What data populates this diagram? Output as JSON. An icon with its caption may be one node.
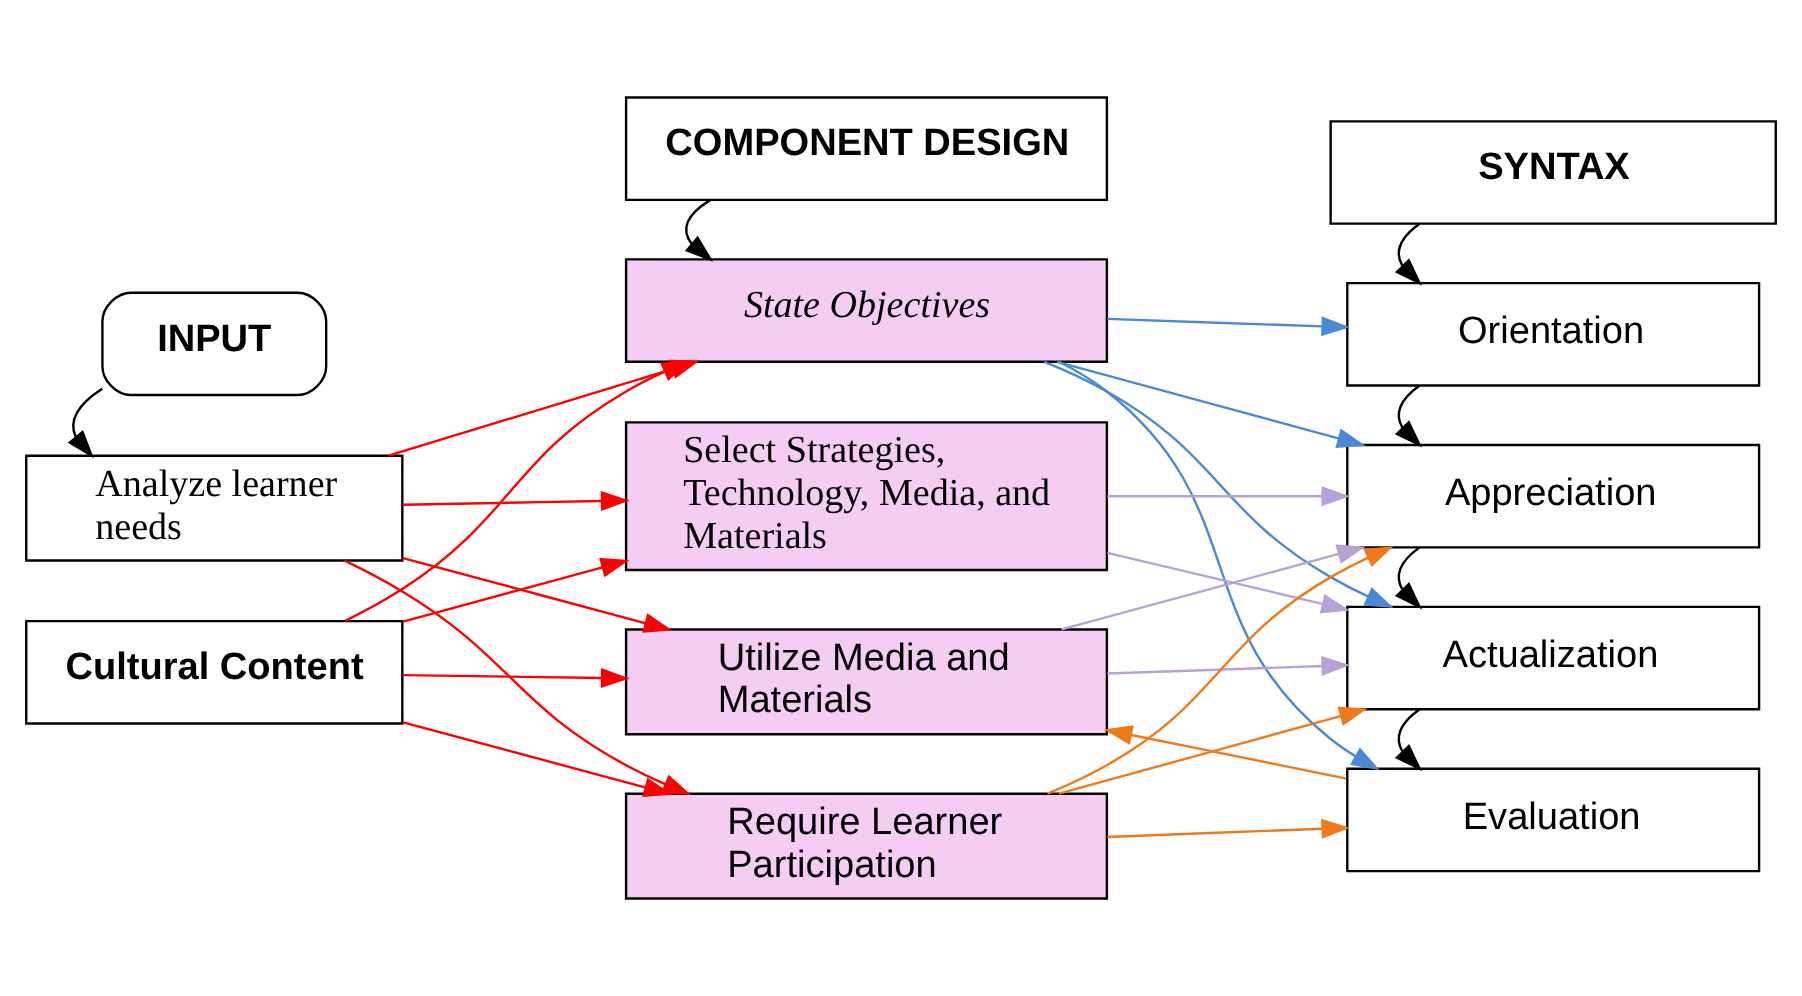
{
  "diagram": {
    "nodes": [
      {
        "text": [
          "INPUT"
        ]
      },
      {
        "text": [
          "COMPONENT DESIGN"
        ]
      },
      {
        "text": [
          "SYNTAX"
        ]
      },
      {
        "text": [
          "Analyze learner needs"
        ]
      },
      {
        "text": [
          "Cultural Content"
        ]
      },
      {
        "text": [
          "State Objectives"
        ]
      },
      {
        "text": [
          "Select Strategies, Technology, Media, and Materials"
        ]
      },
      {
        "text": [
          "Utilize Media and Materials"
        ]
      },
      {
        "text": [
          "Require Learner Participation"
        ]
      },
      {
        "text": [
          "Orientation"
        ]
      },
      {
        "text": [
          "Appreciation"
        ]
      },
      {
        "text": [
          "Actualization"
        ]
      },
      {
        "text": [
          "Evaluation"
        ]
      }
    ],
    "edges": [
      {
        "from": 0,
        "to": 3,
        "arrow": "to",
        "color": "#000000"
      },
      {
        "from": 1,
        "to": 5,
        "arrow": "to",
        "color": "#000000"
      },
      {
        "from": 2,
        "to": 9,
        "arrow": "to",
        "color": "#000000"
      },
      {
        "from": 3,
        "to": 5,
        "arrow": "to",
        "color": "#ff0000"
      },
      {
        "from": 3,
        "to": 6,
        "arrow": "to",
        "color": "#ff0000"
      },
      {
        "from": 3,
        "to": 7,
        "arrow": "to",
        "color": "#ff0000"
      },
      {
        "from": 3,
        "to": 8,
        "arrow": "to",
        "color": "#ff0000"
      },
      {
        "from": 4,
        "to": 5,
        "arrow": "to",
        "color": "#ff0000"
      },
      {
        "from": 4,
        "to": 6,
        "arrow": "to",
        "color": "#ff0000"
      },
      {
        "from": 4,
        "to": 7,
        "arrow": "to",
        "color": "#ff0000"
      },
      {
        "from": 4,
        "to": 8,
        "arrow": "to",
        "color": "#ff0000"
      },
      {
        "from": 5,
        "to": 9,
        "arrow": "to",
        "color": "#4a8ad4"
      },
      {
        "from": 5,
        "to": 10,
        "arrow": "to",
        "color": "#4a8ad4"
      },
      {
        "from": 5,
        "to": 11,
        "arrow": "to",
        "color": "#4a8ad4"
      },
      {
        "from": 5,
        "to": 12,
        "arrow": "to",
        "color": "#4a8ad4"
      },
      {
        "from": 6,
        "to": 10,
        "arrow": "to",
        "color": "#b8a2d4"
      },
      {
        "from": 6,
        "to": 11,
        "arrow": "to",
        "color": "#b8a2d4"
      },
      {
        "from": 7,
        "to": 10,
        "arrow": "to",
        "color": "#b8a2d4"
      },
      {
        "from": 7,
        "to": 11,
        "arrow": "to",
        "color": "#b8a2d4"
      },
      {
        "from": 8,
        "to": 10,
        "arrow": "to",
        "color": "#ee7a1a"
      },
      {
        "from": 8,
        "to": 11,
        "arrow": "to",
        "color": "#ee7a1a"
      },
      {
        "from": 8,
        "to": 12,
        "arrow": "to",
        "color": "#ee7a1a"
      },
      {
        "from": 9,
        "to": 10,
        "arrow": "to",
        "color": "#000000"
      },
      {
        "from": 10,
        "to": 11,
        "arrow": "to",
        "color": "#000000"
      },
      {
        "from": 11,
        "to": 12,
        "arrow": "to",
        "color": "#000000"
      },
      {
        "from": 12,
        "to": 7,
        "arrow": "to",
        "color": "#ee7a1a"
      }
    ]
  }
}
